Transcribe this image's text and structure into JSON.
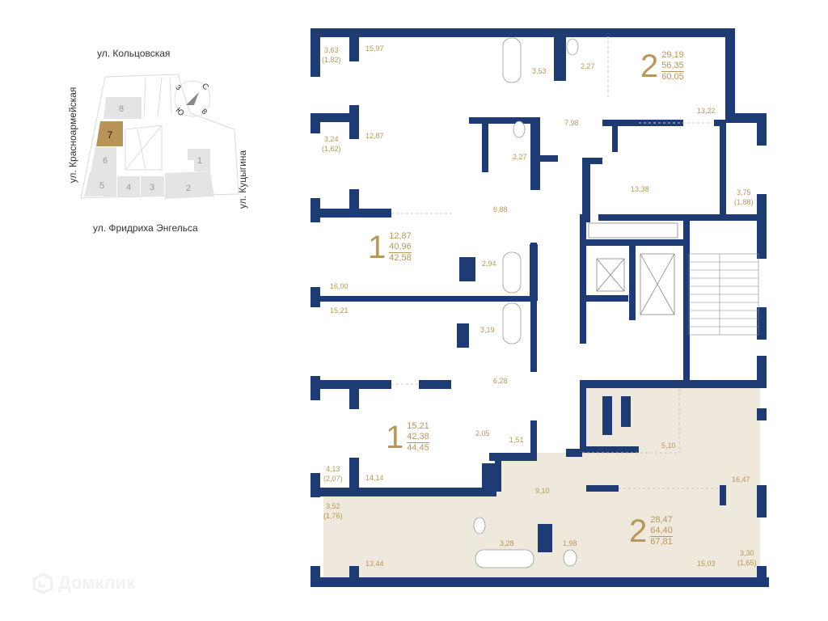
{
  "site_plan": {
    "streets": {
      "north": "ул. Кольцовская",
      "west": "ул. Красноармейская",
      "south": "ул. Фридриха Энгельса",
      "east": "ул. Куцыгина"
    },
    "compass": {
      "n": "С",
      "e": "В",
      "s": "Ю",
      "w": "З"
    },
    "buildings": [
      "1",
      "2",
      "3",
      "4",
      "5",
      "6",
      "7",
      "8"
    ],
    "selected_building": "7",
    "colors": {
      "selected": "#b8935a",
      "building": "#e6e6e6",
      "outline": "#d0d0d0"
    }
  },
  "floor_plan": {
    "colors": {
      "wall": "#1f3b73",
      "label": "#b8975a",
      "highlight": "#efe8dc"
    },
    "apartments": [
      {
        "id": "apt-top-right",
        "rooms": "2",
        "living": "29,19",
        "total": "56,35",
        "total_with_balcony": "60,05"
      },
      {
        "id": "apt-middle-1",
        "rooms": "1",
        "living": "12,87",
        "total": "40,96",
        "total_with_balcony": "42,58"
      },
      {
        "id": "apt-lower-1",
        "rooms": "1",
        "living": "15,21",
        "total": "42,38",
        "total_with_balcony": "44,45"
      },
      {
        "id": "apt-bottom-2",
        "rooms": "2",
        "living": "28,47",
        "total": "64,40",
        "total_with_balcony": "67,81",
        "highlighted": true
      }
    ],
    "room_labels": {
      "balcony_1": "3,63",
      "balcony_1_sub": "(1,82)",
      "room_1597": "15,97",
      "bath_353": "3,53",
      "wc_227a": "2,27",
      "hall_798": "7,98",
      "room_1322": "13,22",
      "balcony_2": "3,24",
      "balcony_2_sub": "(1,62)",
      "room_1287": "12,87",
      "wc_227b": "2,27",
      "kitchen_1338": "13,38",
      "balcony_3": "3,75",
      "balcony_3_sub": "(1,88)",
      "hall_688": "6,88",
      "bath_294": "2,94",
      "room_1600": "16,00",
      "room_1521": "15,21",
      "bath_319": "3,19",
      "hall_628": "6,28",
      "wc_205": "2,05",
      "closet_151": "1,51",
      "balcony_4": "4,13",
      "balcony_4_sub": "(2,07)",
      "room_1414": "14,14",
      "kitchen_510": "5,10",
      "room_1647": "16,47",
      "hall_910": "9,10",
      "balcony_5": "3,52",
      "balcony_5_sub": "(1,76)",
      "room_1344": "13,44",
      "bath_328": "3,28",
      "wc_198": "1,98",
      "room_1503": "15,03",
      "balcony_6": "3,30",
      "balcony_6_sub": "(1,65)"
    }
  },
  "brand": {
    "name": "Домклик"
  }
}
